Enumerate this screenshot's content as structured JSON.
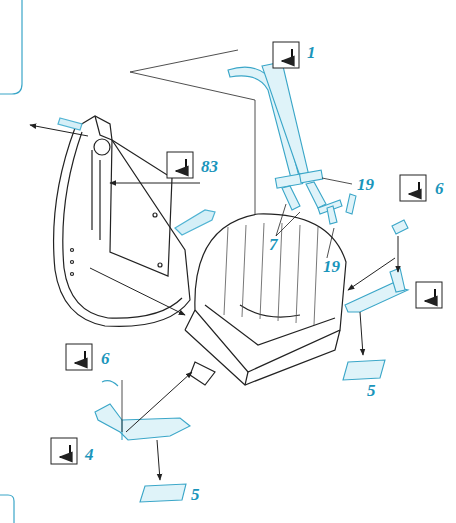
{
  "diagram": {
    "labels": [
      "1",
      "83",
      "19",
      "7",
      "19",
      "6",
      "6",
      "4",
      "5",
      "5"
    ]
  }
}
